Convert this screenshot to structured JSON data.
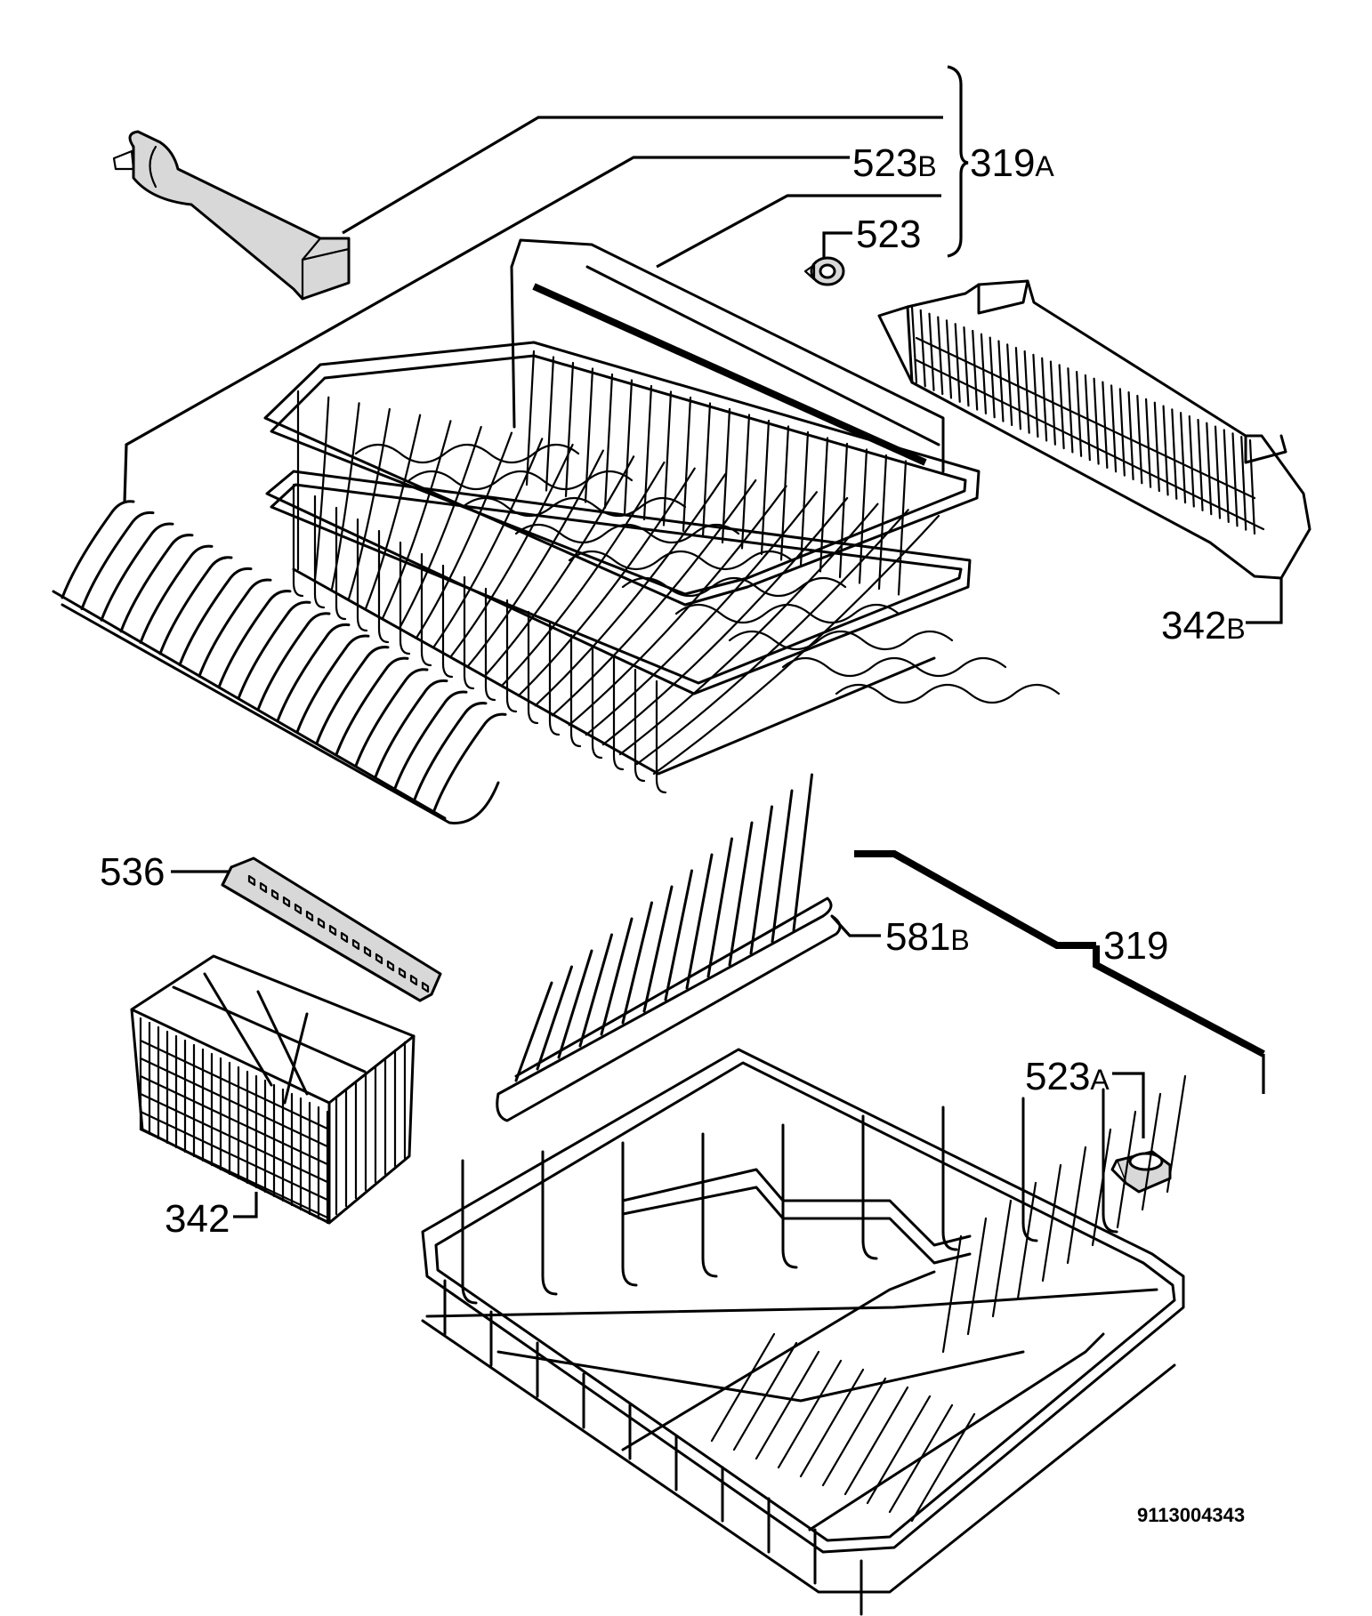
{
  "labels": {
    "l319a_num": "319",
    "l319a_suf": "A",
    "l523b_num": "523",
    "l523b_suf": "B",
    "l523": "523",
    "l342b_num": "342",
    "l342b_suf": "B",
    "l536": "536",
    "l581b_num": "581",
    "l581b_suf": "B",
    "l319": "319",
    "l523a_num": "523",
    "l523a_suf": "A",
    "l342": "342"
  },
  "reference_code": "9113004343"
}
